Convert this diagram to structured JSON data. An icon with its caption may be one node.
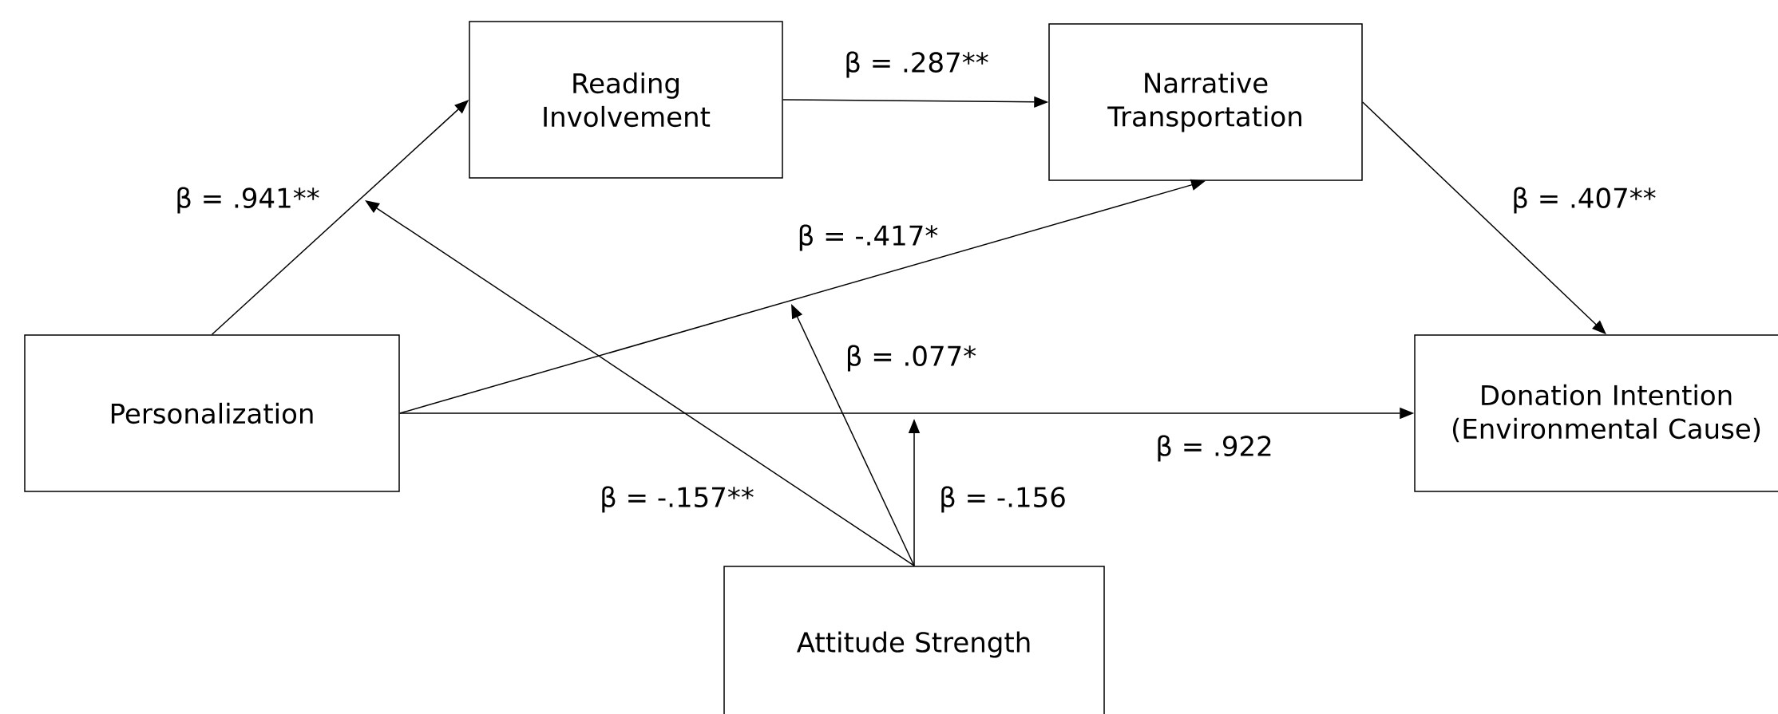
{
  "diagram": {
    "nodes": [
      {
        "text": [
          "Reading Involvement"
        ]
      },
      {
        "text": [
          "Narrative Transportation"
        ]
      },
      {
        "text": [
          "Personalization"
        ]
      },
      {
        "text": [
          "Donation Intention (Environmental Cause)"
        ]
      },
      {
        "text": [
          "Attitude Strength"
        ]
      }
    ],
    "edges": [
      {
        "from": 2,
        "to": 0,
        "arrow": "to",
        "label": "β = .941**"
      },
      {
        "from": 0,
        "to": 1,
        "arrow": "to",
        "label": "β = .287**"
      },
      {
        "from": 1,
        "to": 3,
        "arrow": "to",
        "label": "β = .407**"
      },
      {
        "from": 2,
        "to": 1,
        "arrow": "to",
        "label": "β = -.417*"
      },
      {
        "from": 2,
        "to": 3,
        "arrow": "to",
        "label": "β = .922"
      },
      {
        "from": 4,
        "to": null,
        "arrow": "to",
        "label": "β = -.157**"
      },
      {
        "from": 4,
        "to": null,
        "arrow": "to",
        "label": "β = .077*"
      },
      {
        "from": 4,
        "to": null,
        "arrow": "to",
        "label": "β = -.156"
      }
    ]
  }
}
